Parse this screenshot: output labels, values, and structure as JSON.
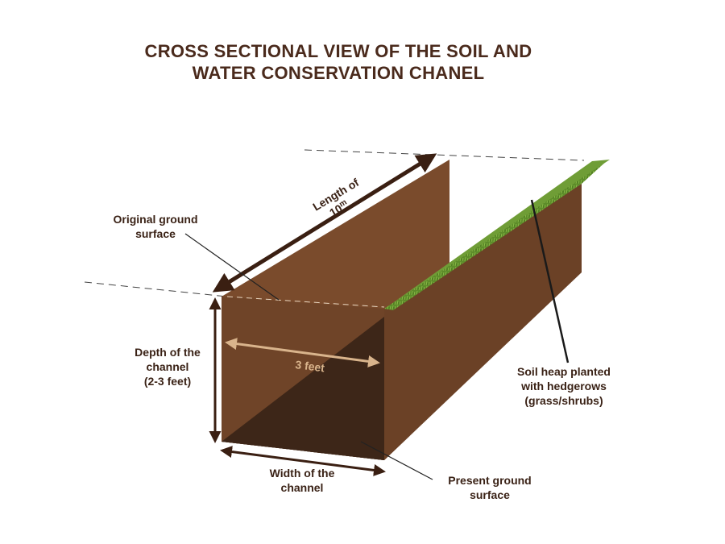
{
  "title": {
    "line1": "CROSS SECTIONAL VIEW OF THE SOIL AND",
    "line2": "WATER CONSERVATION CHANEL"
  },
  "labels": {
    "length": {
      "line1": "Length of",
      "line2": "10",
      "unit": "m"
    },
    "original_ground": {
      "line1": "Original ground",
      "line2": "surface"
    },
    "depth": {
      "line1": "Depth of the",
      "line2": "channel",
      "line3": "(2-3 feet)"
    },
    "inner_width": "3 feet",
    "soil_heap": {
      "line1": "Soil heap planted",
      "line2": "with hedgerows",
      "line3": "(grass/shrubs)"
    },
    "width": {
      "line1": "Width of the",
      "line2": "channel"
    },
    "present_ground": {
      "line1": "Present ground",
      "line2": "surface"
    }
  },
  "colors": {
    "title": "#4a2a1c",
    "wall": "#7a4b2c",
    "bottom": "#3b2416",
    "grass": "#5d8c2a",
    "arrow": "#3a1f12",
    "inner_arrow": "#d9b48c"
  }
}
